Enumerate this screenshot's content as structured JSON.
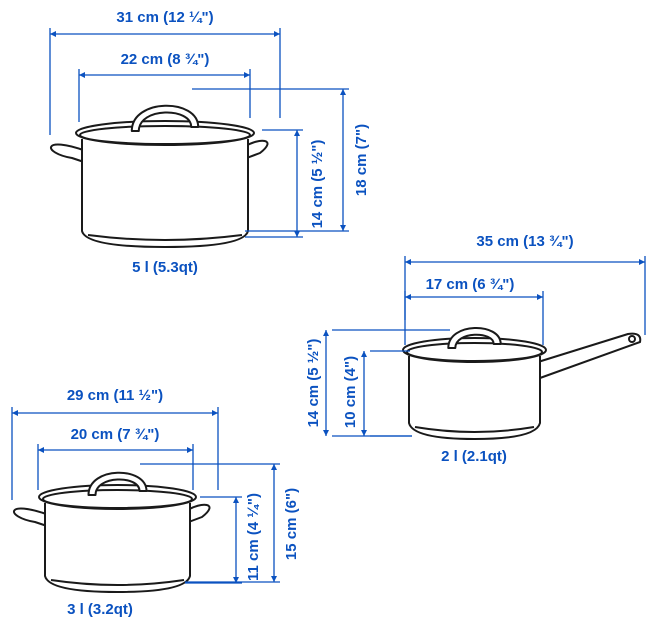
{
  "colors": {
    "dimension": "#0b52c0",
    "outline": "#1a1a1a"
  },
  "pots": [
    {
      "name": "pot-5l",
      "outer_width": "31 cm (12 ¼\")",
      "lid_width": "22 cm (8 ¾\")",
      "body_height": "14 cm (5 ½\")",
      "total_height": "18 cm (7\")",
      "volume": "5 l (5.3qt)"
    },
    {
      "name": "saucepan-2l",
      "total_length": "35 cm (13 ¾\")",
      "lid_width": "17 cm (6 ¾\")",
      "total_height": "14 cm (5 ½\")",
      "body_height": "10 cm (4\")",
      "volume": "2 l (2.1qt)"
    },
    {
      "name": "pot-3l",
      "outer_width": "29 cm (11 ½\")",
      "lid_width": "20 cm (7 ¾\")",
      "body_height": "11 cm (4 ¼\")",
      "total_height": "15 cm (6\")",
      "volume": "3 l (3.2qt)"
    }
  ]
}
